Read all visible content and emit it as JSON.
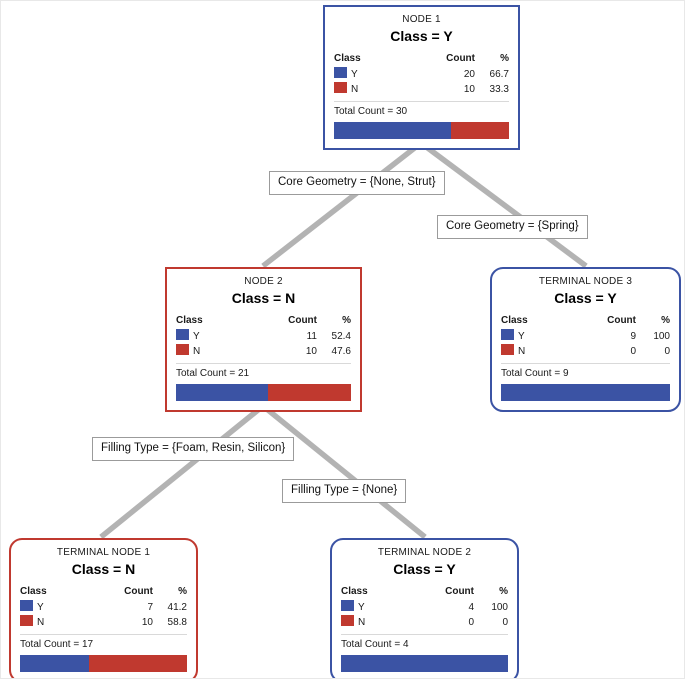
{
  "diagram": {
    "type": "decision-tree",
    "colors": {
      "class_y": "#3b53a4",
      "class_n": "#c0392f",
      "connector": "#b3b3b3",
      "label_border": "#9b9b9b",
      "background": "#ffffff"
    },
    "columns": {
      "class": "Class",
      "count": "Count",
      "pct": "%"
    },
    "total_prefix": "Total Count = "
  },
  "nodes": [
    {
      "id": "node1",
      "title": "NODE 1",
      "class_label": "Class = Y",
      "border_color": "#3b53a4",
      "shape": "square",
      "rows": [
        {
          "class": "Y",
          "count": "20",
          "pct": "66.7",
          "color": "#3b53a4"
        },
        {
          "class": "N",
          "count": "10",
          "pct": "33.3",
          "color": "#c0392f"
        }
      ],
      "total_count": "30",
      "total_text": "Total Count = 30",
      "bar": {
        "y_pct": 66.7,
        "n_pct": 33.3
      }
    },
    {
      "id": "node2",
      "title": "NODE 2",
      "class_label": "Class = N",
      "border_color": "#c0392f",
      "shape": "square",
      "rows": [
        {
          "class": "Y",
          "count": "11",
          "pct": "52.4",
          "color": "#3b53a4"
        },
        {
          "class": "N",
          "count": "10",
          "pct": "47.6",
          "color": "#c0392f"
        }
      ],
      "total_count": "21",
      "total_text": "Total Count = 21",
      "bar": {
        "y_pct": 52.4,
        "n_pct": 47.6
      }
    },
    {
      "id": "terminal3",
      "title": "TERMINAL NODE 3",
      "class_label": "Class = Y",
      "border_color": "#3b53a4",
      "shape": "rounded",
      "rows": [
        {
          "class": "Y",
          "count": "9",
          "pct": "100",
          "color": "#3b53a4"
        },
        {
          "class": "N",
          "count": "0",
          "pct": "0",
          "color": "#c0392f"
        }
      ],
      "total_count": "9",
      "total_text": "Total Count = 9",
      "bar": {
        "y_pct": 100,
        "n_pct": 0
      }
    },
    {
      "id": "terminal1",
      "title": "TERMINAL NODE 1",
      "class_label": "Class = N",
      "border_color": "#c0392f",
      "shape": "rounded",
      "rows": [
        {
          "class": "Y",
          "count": "7",
          "pct": "41.2",
          "color": "#3b53a4"
        },
        {
          "class": "N",
          "count": "10",
          "pct": "58.8",
          "color": "#c0392f"
        }
      ],
      "total_count": "17",
      "total_text": "Total Count = 17",
      "bar": {
        "y_pct": 41.2,
        "n_pct": 58.8
      }
    },
    {
      "id": "terminal2",
      "title": "TERMINAL NODE 2",
      "class_label": "Class = Y",
      "border_color": "#3b53a4",
      "shape": "rounded",
      "rows": [
        {
          "class": "Y",
          "count": "4",
          "pct": "100",
          "color": "#3b53a4"
        },
        {
          "class": "N",
          "count": "0",
          "pct": "0",
          "color": "#c0392f"
        }
      ],
      "total_count": "4",
      "total_text": "Total Count = 4",
      "bar": {
        "y_pct": 100,
        "n_pct": 0
      }
    }
  ],
  "edges": [
    {
      "id": "edge-node1-node2",
      "label": "Core Geometry = {None, Strut}",
      "from": "node1",
      "to": "node2"
    },
    {
      "id": "edge-node1-terminal3",
      "label": "Core Geometry = {Spring}",
      "from": "node1",
      "to": "terminal3"
    },
    {
      "id": "edge-node2-terminal1",
      "label": "Filling Type = {Foam, Resin, Silicon}",
      "from": "node2",
      "to": "terminal1"
    },
    {
      "id": "edge-node2-terminal2",
      "label": "Filling Type = {None}",
      "from": "node2",
      "to": "terminal2"
    }
  ]
}
